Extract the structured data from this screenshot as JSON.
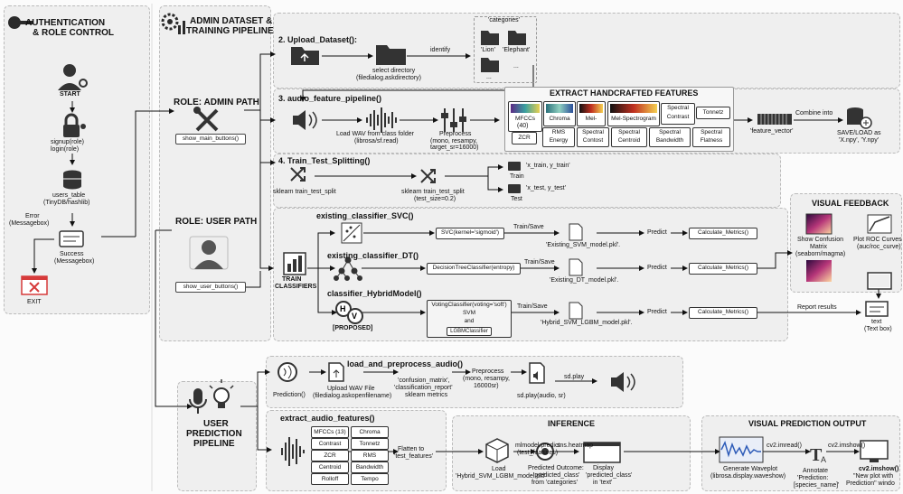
{
  "auth": {
    "title1": "AUTHENTICATION",
    "title2": "& ROLE CONTROL",
    "start": "START",
    "signup": "signup(role)",
    "login": "login(role)",
    "users_table": "users_table",
    "tinydb": "(TinyDB/hashlib)",
    "success": "Success",
    "success_sub": "(Messagebox)",
    "error": "Error",
    "error_sub": "(Messagebox)",
    "exit": "EXIT"
  },
  "admin": {
    "title1": "ADMIN DATASET &",
    "title2": "TRAINING PIPELINE",
    "role_admin": "ROLE: ADMIN PATH",
    "show_main_buttons": "show_main_buttons()",
    "role_user": "ROLE: USER PATH",
    "show_user_buttons": "show_user_buttons()"
  },
  "upload": {
    "step": "2. Upload_Dataset():",
    "select_dir": "select directory",
    "select_dir_sub": "(filedialog.askdirectory)",
    "identify": "identify",
    "categories": "'categories'",
    "lion": "'Lion'",
    "elephant": "'Elephant'",
    "dots1": "...",
    "dots2": "..."
  },
  "feature": {
    "step": "3. audio_feature_pipeline()",
    "load_wav": "Load WAV from class folder",
    "load_wav_sub": "(librosa/sf.read)",
    "preprocess": "Preprocess",
    "preprocess_sub1": "(mono, resampy,",
    "preprocess_sub2": "target_sr=16000)",
    "extract_title": "EXTRACT HANDCRAFTED FEATURES",
    "mfcc": "MFCCs",
    "mfcc_sub": "(40)",
    "chroma": "Chroma",
    "mel": "Mel-",
    "melspec": "Mel-Spectrogram",
    "spec_contrast_top1": "Spectral",
    "spec_contrast_top2": "Contrast",
    "tonnetz": "Tonnetz",
    "zcr": "ZCR",
    "rms1": "RMS",
    "rms2": "Energy",
    "sc1a": "Spectral",
    "sc1b": "Contost",
    "sc2a": "Spectral",
    "sc2b": "Centroid",
    "sb1": "Spectral",
    "sb2": "Bandwidth",
    "sf1": "Spectral",
    "sf2": "Flatness",
    "combine": "Combine into",
    "feature_vector": "'feature_vector'",
    "save_load": "SAVE/LOAD as",
    "save_load_sub": "'X.npy', 'Y.npy'"
  },
  "split": {
    "step": "4. Train_Test_Splitting()",
    "left": "sklearn train_test_split",
    "mid": "sklearn train_test_split",
    "mid_sub": "(test_size=0.2)",
    "train_xy": "'x_train, y_train'",
    "train": "Train",
    "test_xy": "'x_test, y_test'",
    "test": "Test"
  },
  "classifiers": {
    "train1": "TRAIN",
    "train2": "CLASSIFIERS",
    "svc_title": "existing_classifier_SVC()",
    "svc_model": "SVC(kernel='sigmoid')",
    "dt_title": "existing_classifier_DT()",
    "dt_model": "DecisionTreeClassifier(entropy)",
    "hyb_title": "classifier_HybridModel()",
    "hyb_tag": "[PROPOSED]",
    "voting": "VotingClassifier(voting='soft')",
    "svm": "SVM",
    "and": "and",
    "lgbm": "LGBMClassifier",
    "train_save": "Train/Save",
    "svm_file": "'Existing_SVM_model.pkl'.",
    "dt_file": "'Existing_DT_model.pkl'.",
    "hyb_file": "'Hybrid_SVM_LGBM_model.pkl'.",
    "predict": "Predict",
    "calc": "Calculate_Metrics()",
    "report": "Report results",
    "text_box": "text",
    "text_box_sub": "(Text box)"
  },
  "visual": {
    "title": "VISUAL FEEDBACK",
    "conf1": "Show Confusion",
    "conf2": "Matrix",
    "conf3": "(seaborn/magma)",
    "roc1": "Plot ROC Curves",
    "roc2": "(auc/roc_curve)"
  },
  "user": {
    "title1": "USER",
    "title2": "PREDICTION",
    "title3": "PIPELINE",
    "load_title": "load_and_preprocess_audio()",
    "prediction": "Prediction()",
    "upload1": "Upload WAV File",
    "upload2": "(filedialog.askopenfilename)",
    "cm1": "'confusion_matrix',",
    "cm2": "'classification_report'",
    "cm3": "sklearn metrics",
    "pre1": "Preprocess",
    "pre2": "(mono, resampy,",
    "pre3": "16000sr)",
    "sdplay_fn": "sd.play(audio, sr)",
    "sdplay": "sd.play",
    "extract_title": "extract_audio_features()",
    "feat": [
      "MFCCs (13)",
      "Chroma",
      "Contrast",
      "Tonnetz",
      "ZCR",
      "RMS",
      "Centroid",
      "Bandwidth",
      "Rolloff",
      "Tempo"
    ],
    "flatten1": "Flatten to",
    "flatten2": "'test_features'"
  },
  "inference": {
    "title": "INFERENCE",
    "mlpredict1": "mlmodel.predict",
    "mlpredict2": "(test_features)",
    "load1": "Load",
    "load2": "'Hybrid_SVM_LGBM_model.pkl'",
    "heatmap": "sns.heatmap",
    "pred1": "Predicted Outcome:",
    "pred2": "'predicted_class'",
    "pred3": "from 'categories'",
    "disp1": "Display",
    "disp2": "'predicted_class'",
    "disp3": "in 'text'"
  },
  "output": {
    "title": "VISUAL PREDICTION OUTPUT",
    "wave1": "Generate Waveplot",
    "wave2": "(librosa.display.waveshow)",
    "imread": "cv2.imread()",
    "imshow": "cv2.imshow()",
    "ann1": "Annotate",
    "ann2": "'Prediction:",
    "ann3": "[species_name]'",
    "imshow2": "cv2.imshow()",
    "win1": "\"New plot with",
    "win2": "Prediction\" windo"
  }
}
